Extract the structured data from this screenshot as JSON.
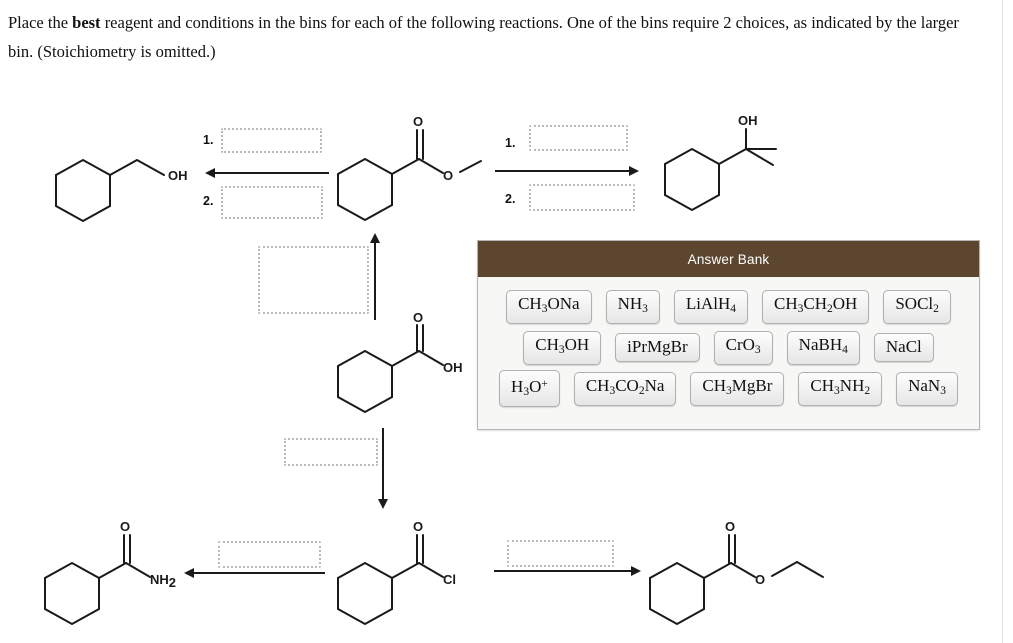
{
  "prompt": {
    "line1_before": "Place the ",
    "line1_bold": "best",
    "line1_after": " reagent and conditions in the bins for each of the following reactions. One of the bins require 2 choices, as indicated by the larger bin. (Stoichiometry is omitted.)"
  },
  "answer_bank": {
    "title": "Answer Bank",
    "header_color": "#5c4630",
    "rows": [
      [
        {
          "html": "CH<sub>3</sub>ONa",
          "name": "sodium-methoxide"
        },
        {
          "html": "NH<sub>3</sub>",
          "name": "ammonia"
        },
        {
          "html": "LiAlH<sub>4</sub>",
          "name": "lithium-aluminium-hydride"
        },
        {
          "html": "CH<sub>3</sub>CH<sub>2</sub>OH",
          "name": "ethanol"
        },
        {
          "html": "SOCl<sub>2</sub>",
          "name": "thionyl-chloride"
        }
      ],
      [
        {
          "html": "CH<sub>3</sub>OH",
          "name": "methanol"
        },
        {
          "html": "iPrMgBr",
          "name": "isopropylmagnesium-bromide"
        },
        {
          "html": "CrO<sub>3</sub>",
          "name": "chromium-trioxide"
        },
        {
          "html": "NaBH<sub>4</sub>",
          "name": "sodium-borohydride"
        },
        {
          "html": "NaCl",
          "name": "sodium-chloride"
        }
      ],
      [
        {
          "html": "H<sub>3</sub>O<sup>+</sup>",
          "name": "hydronium",
          "stacked": true
        },
        {
          "html": "CH<sub>3</sub>CO<sub>2</sub>Na",
          "name": "sodium-acetate"
        },
        {
          "html": "CH<sub>3</sub>MgBr",
          "name": "methylmagnesium-bromide"
        },
        {
          "html": "CH<sub>3</sub>NH<sub>2</sub>",
          "name": "methylamine"
        },
        {
          "html": "NaN<sub>3</sub>",
          "name": "sodium-azide"
        }
      ]
    ]
  },
  "bins": {
    "left_step1_label": "1.",
    "left_step2_label": "2.",
    "right_step1_label": "1.",
    "right_step2_label": "2."
  },
  "molecules": {
    "cyclohexylmethanol": {
      "label_oh": "OH"
    },
    "methyl_cyclohexanecarboxylate": {
      "label_o_double": "O",
      "label_o_single": "O"
    },
    "cyclohexyl_dimethyl_carbinol": {
      "label_oh": "OH"
    },
    "cyclohexanecarboxylic_acid": {
      "label_o_double": "O",
      "label_oh": "OH"
    },
    "cyclohexanecarboxamide": {
      "label_o_double": "O",
      "label_nh": "NH",
      "label_nh_sub": "2"
    },
    "cyclohexanecarbonyl_chloride": {
      "label_o_double": "O",
      "label_cl": "Cl"
    },
    "ethyl_cyclohexanecarboxylate": {
      "label_o_double": "O",
      "label_o_single": "O"
    }
  }
}
